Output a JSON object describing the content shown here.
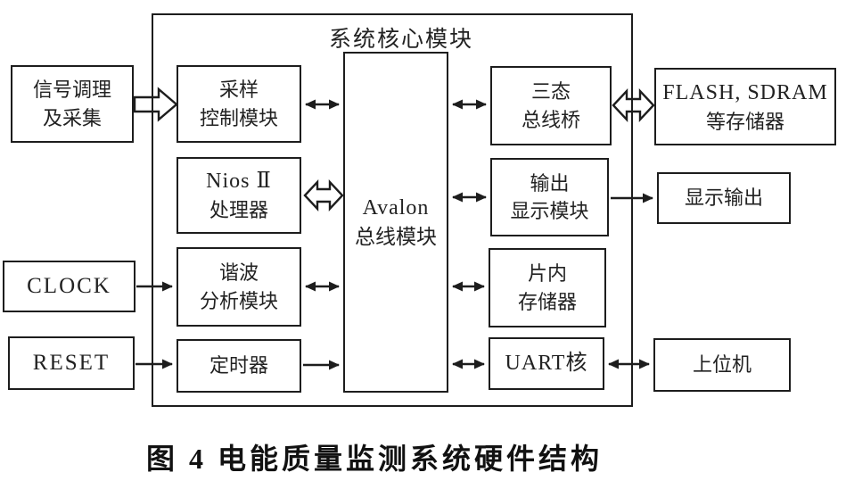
{
  "colors": {
    "ink": "#1d1d1d",
    "paper": "#ffffff"
  },
  "core": {
    "label": "系统核心模块"
  },
  "caption": "图 4  电能质量监测系统硬件结构",
  "blocks": {
    "signal": {
      "line1": "信号调理",
      "line2": "及采集"
    },
    "clock": {
      "line1": "CLOCK"
    },
    "reset": {
      "line1": "RESET"
    },
    "sampling": {
      "line1": "采样",
      "line2": "控制模块"
    },
    "nios": {
      "line1": "Nios Ⅱ",
      "line2": "处理器"
    },
    "harmonic": {
      "line1": "谐波",
      "line2": "分析模块"
    },
    "timer": {
      "line1": "定时器"
    },
    "avalon": {
      "line1": "Avalon",
      "line2": "总线模块"
    },
    "tristate": {
      "line1": "三态",
      "line2": "总线桥"
    },
    "outdisp": {
      "line1": "输出",
      "line2": "显示模块"
    },
    "onchip": {
      "line1": "片内",
      "line2": "存储器"
    },
    "uart": {
      "line1": "UART核"
    },
    "flash": {
      "line1": "FLASH, SDRAM",
      "line2": "等存储器"
    },
    "dispout": {
      "line1": "显示输出"
    },
    "host": {
      "line1": "上位机"
    }
  },
  "arrows": [
    {
      "from": "信号调理及采集",
      "to": "采样控制模块",
      "type": "hollow-single"
    },
    {
      "from": "采样控制模块",
      "to": "Avalon总线模块",
      "type": "solid-double"
    },
    {
      "from": "Avalon总线模块",
      "to": "三态总线桥",
      "type": "solid-double"
    },
    {
      "from": "三态总线桥",
      "to": "FLASH, SDRAM等存储器",
      "type": "hollow-double"
    },
    {
      "from": "Nios Ⅱ处理器",
      "to": "Avalon总线模块",
      "type": "hollow-double"
    },
    {
      "from": "Avalon总线模块",
      "to": "输出显示模块",
      "type": "solid-double"
    },
    {
      "from": "输出显示模块",
      "to": "显示输出",
      "type": "solid-single"
    },
    {
      "from": "CLOCK",
      "to": "谐波分析模块",
      "type": "solid-single"
    },
    {
      "from": "谐波分析模块",
      "to": "Avalon总线模块",
      "type": "solid-double"
    },
    {
      "from": "Avalon总线模块",
      "to": "片内存储器",
      "type": "solid-double"
    },
    {
      "from": "RESET",
      "to": "定时器",
      "type": "solid-single"
    },
    {
      "from": "定时器",
      "to": "Avalon总线模块",
      "type": "solid-single"
    },
    {
      "from": "Avalon总线模块",
      "to": "UART核",
      "type": "solid-double"
    },
    {
      "from": "UART核",
      "to": "上位机",
      "type": "solid-double"
    }
  ]
}
